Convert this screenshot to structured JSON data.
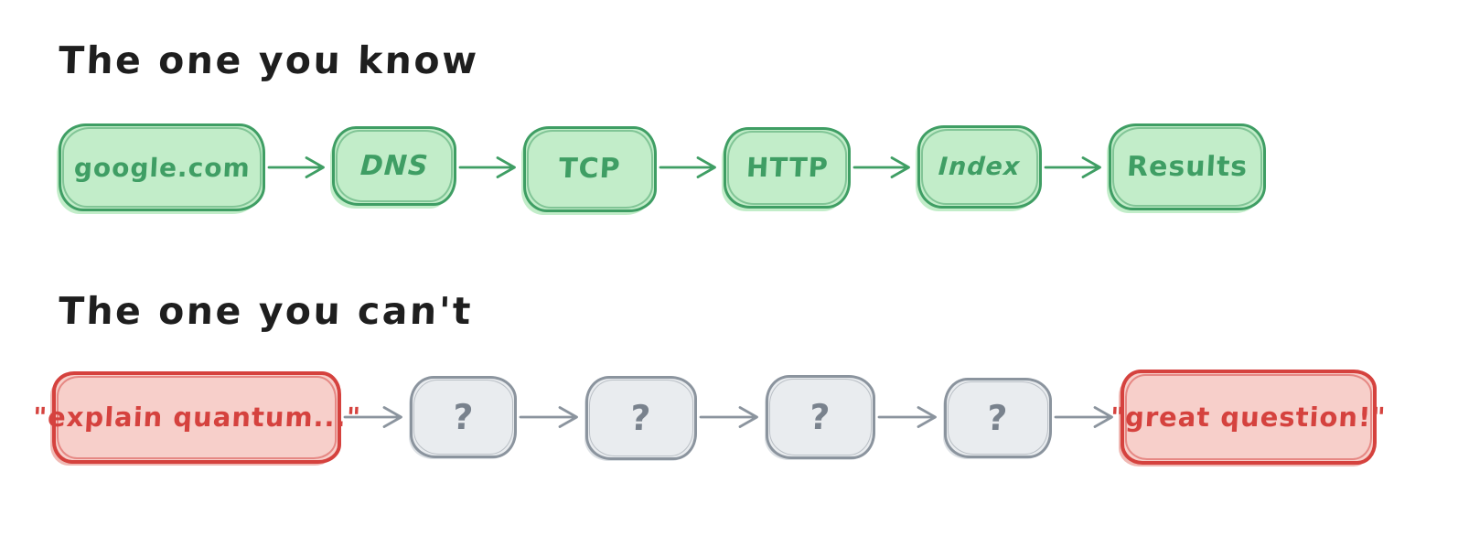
{
  "sections": [
    {
      "title": "The one you know"
    },
    {
      "title": "The one you can't"
    }
  ],
  "flows": [
    {
      "name": "known-pipeline",
      "nodes": [
        "google.com",
        "DNS",
        "TCP",
        "HTTP",
        "Index",
        "Results"
      ]
    },
    {
      "name": "unknown-pipeline",
      "nodes": [
        "\"explain quantum...\"",
        "?",
        "?",
        "?",
        "?",
        "\"great question!\""
      ]
    }
  ],
  "colors": {
    "background": "#ffffff",
    "title_text": "#1e1e1e",
    "green_stroke": "#3f9e64",
    "green_fill": "#c2edc9",
    "red_stroke": "#d5423e",
    "red_fill": "#f7cfca",
    "gray_stroke": "#8b949e",
    "gray_fill": "#e9ecef",
    "question_text": "#79828d"
  },
  "icons": {
    "arrow": "arrow-right-icon"
  }
}
